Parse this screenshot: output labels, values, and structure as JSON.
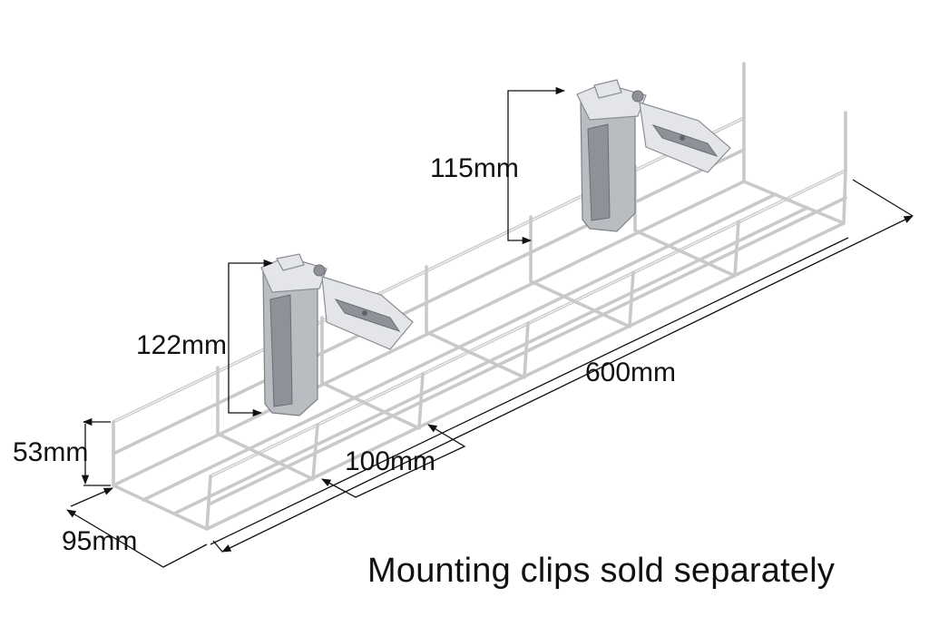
{
  "diagram": {
    "dimensions": {
      "clip_height_rear": "115mm",
      "clip_height_front": "122mm",
      "tray_height": "53mm",
      "section_spacing": "100mm",
      "tray_length": "600mm",
      "tray_width": "95mm"
    },
    "caption": "Mounting clips sold separately",
    "colors": {
      "wire": "#c9c9c9",
      "clip": "#b9bdc2",
      "text": "#111111"
    }
  }
}
